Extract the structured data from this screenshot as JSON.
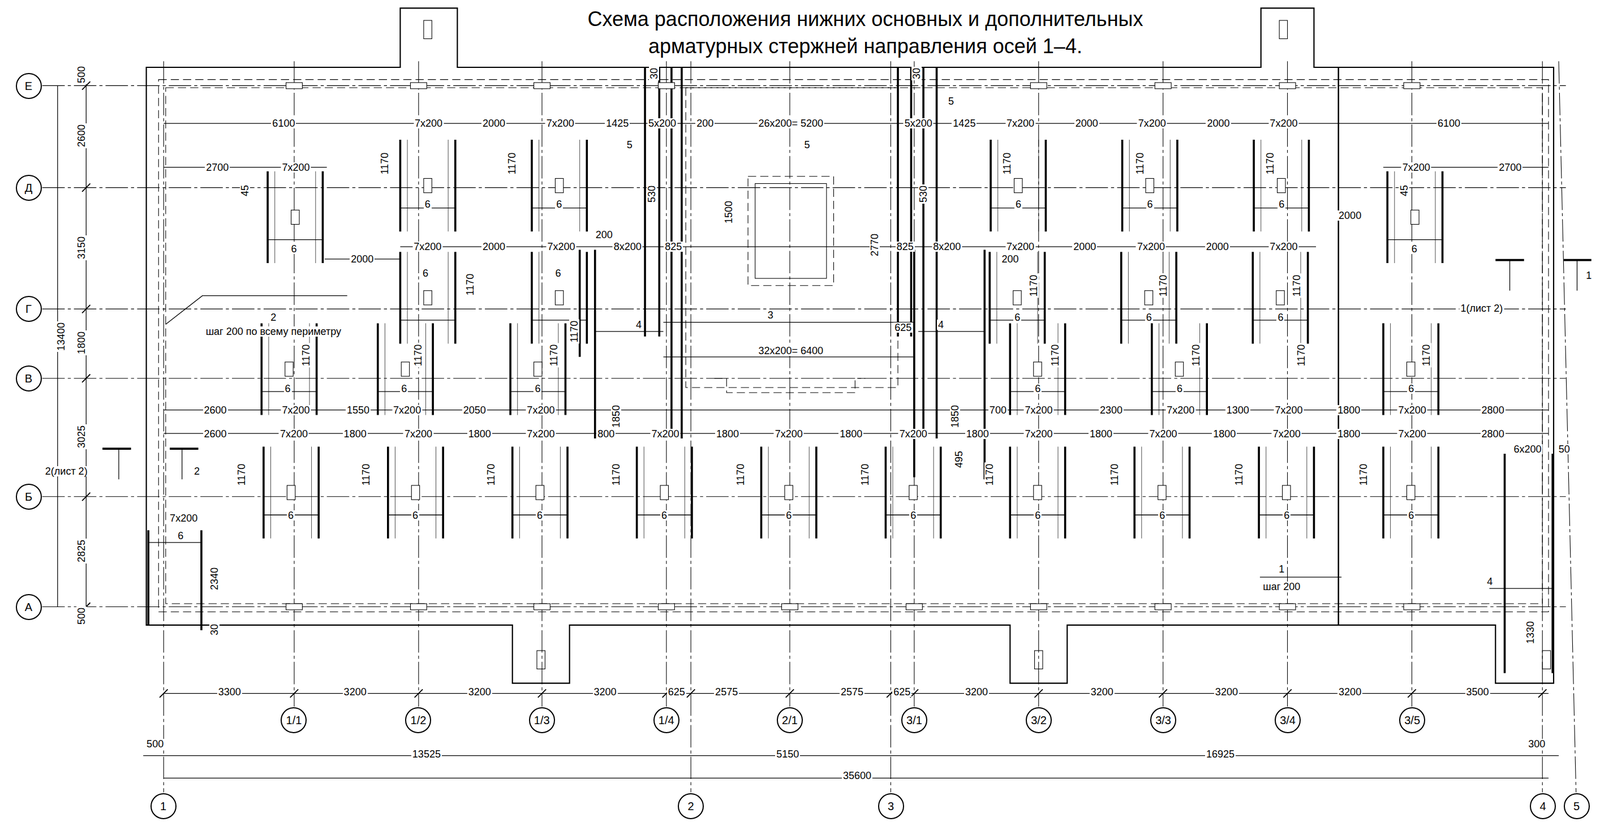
{
  "diagram": {
    "title": "Схема расположения нижних основных и дополнительных арматурных стержней направления осей 1–4.",
    "nodes": [
      {
        "text": [
          "Е"
        ]
      },
      {
        "text": [
          "Д"
        ]
      },
      {
        "text": [
          "Г"
        ]
      },
      {
        "text": [
          "В"
        ]
      },
      {
        "text": [
          "Б"
        ]
      },
      {
        "text": [
          "А"
        ]
      },
      {
        "text": [
          "1/1"
        ]
      },
      {
        "text": [
          "1/2"
        ]
      },
      {
        "text": [
          "1/3"
        ]
      },
      {
        "text": [
          "1/4"
        ]
      },
      {
        "text": [
          "2/1"
        ]
      },
      {
        "text": [
          "3/1"
        ]
      },
      {
        "text": [
          "3/2"
        ]
      },
      {
        "text": [
          "3/3"
        ]
      },
      {
        "text": [
          "3/4"
        ]
      },
      {
        "text": [
          "3/5"
        ]
      },
      {
        "text": [
          "1"
        ]
      },
      {
        "text": [
          "2"
        ]
      },
      {
        "text": [
          "3"
        ]
      },
      {
        "text": [
          "4"
        ]
      },
      {
        "text": [
          "5"
        ]
      }
    ],
    "labels": [
      "6100",
      "7x200",
      "2000",
      "7x200",
      "1425",
      "5x200",
      "200",
      "26x200= 5200",
      "5x200",
      "1425",
      "7x200",
      "2000",
      "7x200",
      "2000",
      "7x200",
      "6100",
      "30",
      "30",
      "5",
      "5",
      "5",
      "500",
      "2600",
      "3150",
      "1800",
      "13400",
      "3025",
      "2825",
      "500",
      "2700",
      "7x200",
      "45",
      "1170",
      "6",
      "1170",
      "6",
      "530",
      "1500",
      "2770",
      "530",
      "1170",
      "6",
      "1170",
      "6",
      "1170",
      "6",
      "7x200",
      "2700",
      "45",
      "2000",
      "6",
      "6",
      "2000",
      "7x200",
      "2000",
      "7x200",
      "200",
      "8x200",
      "825",
      "825",
      "8x200",
      "200",
      "7x200",
      "2000",
      "7x200",
      "2000",
      "7x200",
      "6",
      "6",
      "1170",
      "1170",
      "3",
      "625",
      "4",
      "4",
      "32x200= 6400",
      "1170",
      "1170",
      "1170",
      "6",
      "6",
      "6",
      "1170",
      "1170",
      "1170",
      "2",
      "шаг 200 по всему периметру",
      "1(лист 2)",
      "1",
      "6",
      "6",
      "6",
      "6",
      "6",
      "6",
      "1170",
      "1170",
      "1170",
      "1170",
      "2600",
      "7x200",
      "1550",
      "7x200",
      "2050",
      "7x200",
      "1850",
      "1850",
      "700",
      "7x200",
      "2300",
      "7x200",
      "1300",
      "7x200",
      "1800",
      "7x200",
      "2800",
      "2600",
      "7x200",
      "1800",
      "7x200",
      "1800",
      "7x200",
      "800",
      "7x200",
      "1800",
      "7x200",
      "1800",
      "7x200",
      "1800",
      "7x200",
      "1800",
      "7x200",
      "1800",
      "7x200",
      "1800",
      "7x200",
      "2800",
      "6x200",
      "50",
      "2(лист 2)",
      "2",
      "1170",
      "1170",
      "1170",
      "1170",
      "1170",
      "1170",
      "1170",
      "1170",
      "1170",
      "1170",
      "495",
      "6",
      "6",
      "6",
      "6",
      "6",
      "6",
      "6",
      "6",
      "6",
      "6",
      "7x200",
      "6",
      "2340",
      "30",
      "1",
      "шаг 200",
      "4",
      "1330",
      "3300",
      "3200",
      "3200",
      "3200",
      "625",
      "2575",
      "2575",
      "625",
      "3200",
      "3200",
      "3200",
      "3200",
      "3500",
      "500",
      "13525",
      "5150",
      "16925",
      "300",
      "35600"
    ]
  }
}
